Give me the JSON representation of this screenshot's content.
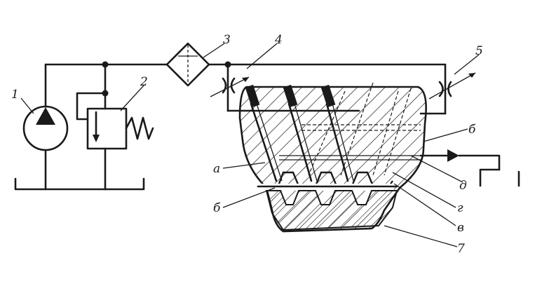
{
  "labels": {
    "pump": "1",
    "relief_valve": "2",
    "filter": "3",
    "throttle_in": "4",
    "throttle_out": "5",
    "channel_a": "а",
    "channel_b_left": "б",
    "channel_b_right": "б",
    "channel_v": "в",
    "channel_g": "г",
    "channel_d": "д",
    "body": "7"
  }
}
